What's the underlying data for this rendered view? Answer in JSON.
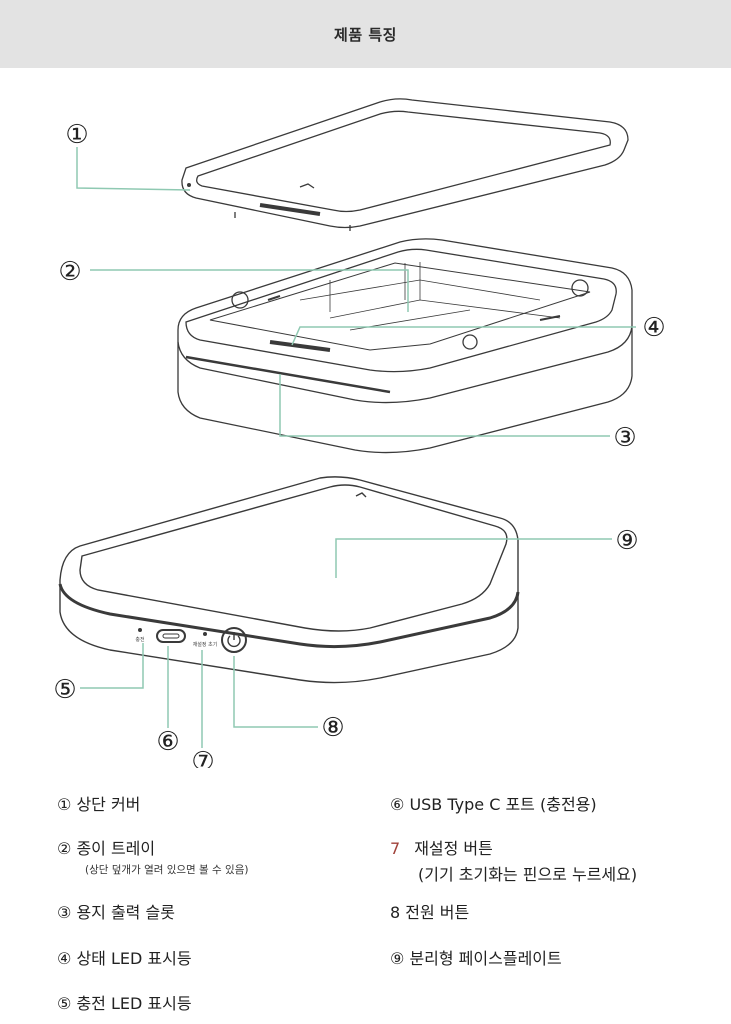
{
  "header": {
    "title": "제품 특징"
  },
  "callouts": [
    "①",
    "②",
    "③",
    "④",
    "⑤",
    "⑥",
    "⑦",
    "⑧",
    "⑨"
  ],
  "device_labels": {
    "led_charge": "충전",
    "reset": "재설정 초기"
  },
  "legend": {
    "left": [
      {
        "num": "①",
        "text": "상단 커버"
      },
      {
        "num": "②",
        "text": "종이 트레이",
        "sub": "(상단 덮개가 열려 있으면 볼 수 있음)"
      },
      {
        "num": "③",
        "text": "용지 출력 슬롯"
      },
      {
        "num": "④",
        "text": "상태 LED 표시등"
      },
      {
        "num": "⑤",
        "text": "충전 LED 표시등"
      }
    ],
    "right": [
      {
        "num": "⑥",
        "text": "USB Type C 포트 (충전용)"
      },
      {
        "num": "7",
        "text": "재설정 버튼",
        "sub": "(기기 초기화는 핀으로 누르세요)"
      },
      {
        "num": "8",
        "text": "전원 버튼"
      },
      {
        "num": "⑨",
        "text": "분리형 페이스플레이트"
      }
    ]
  },
  "colors": {
    "leader_line": "#8fc9b2",
    "outline": "#3a3a3a",
    "header_bg": "#e3e3e3",
    "reset_number": "#a0423a"
  }
}
